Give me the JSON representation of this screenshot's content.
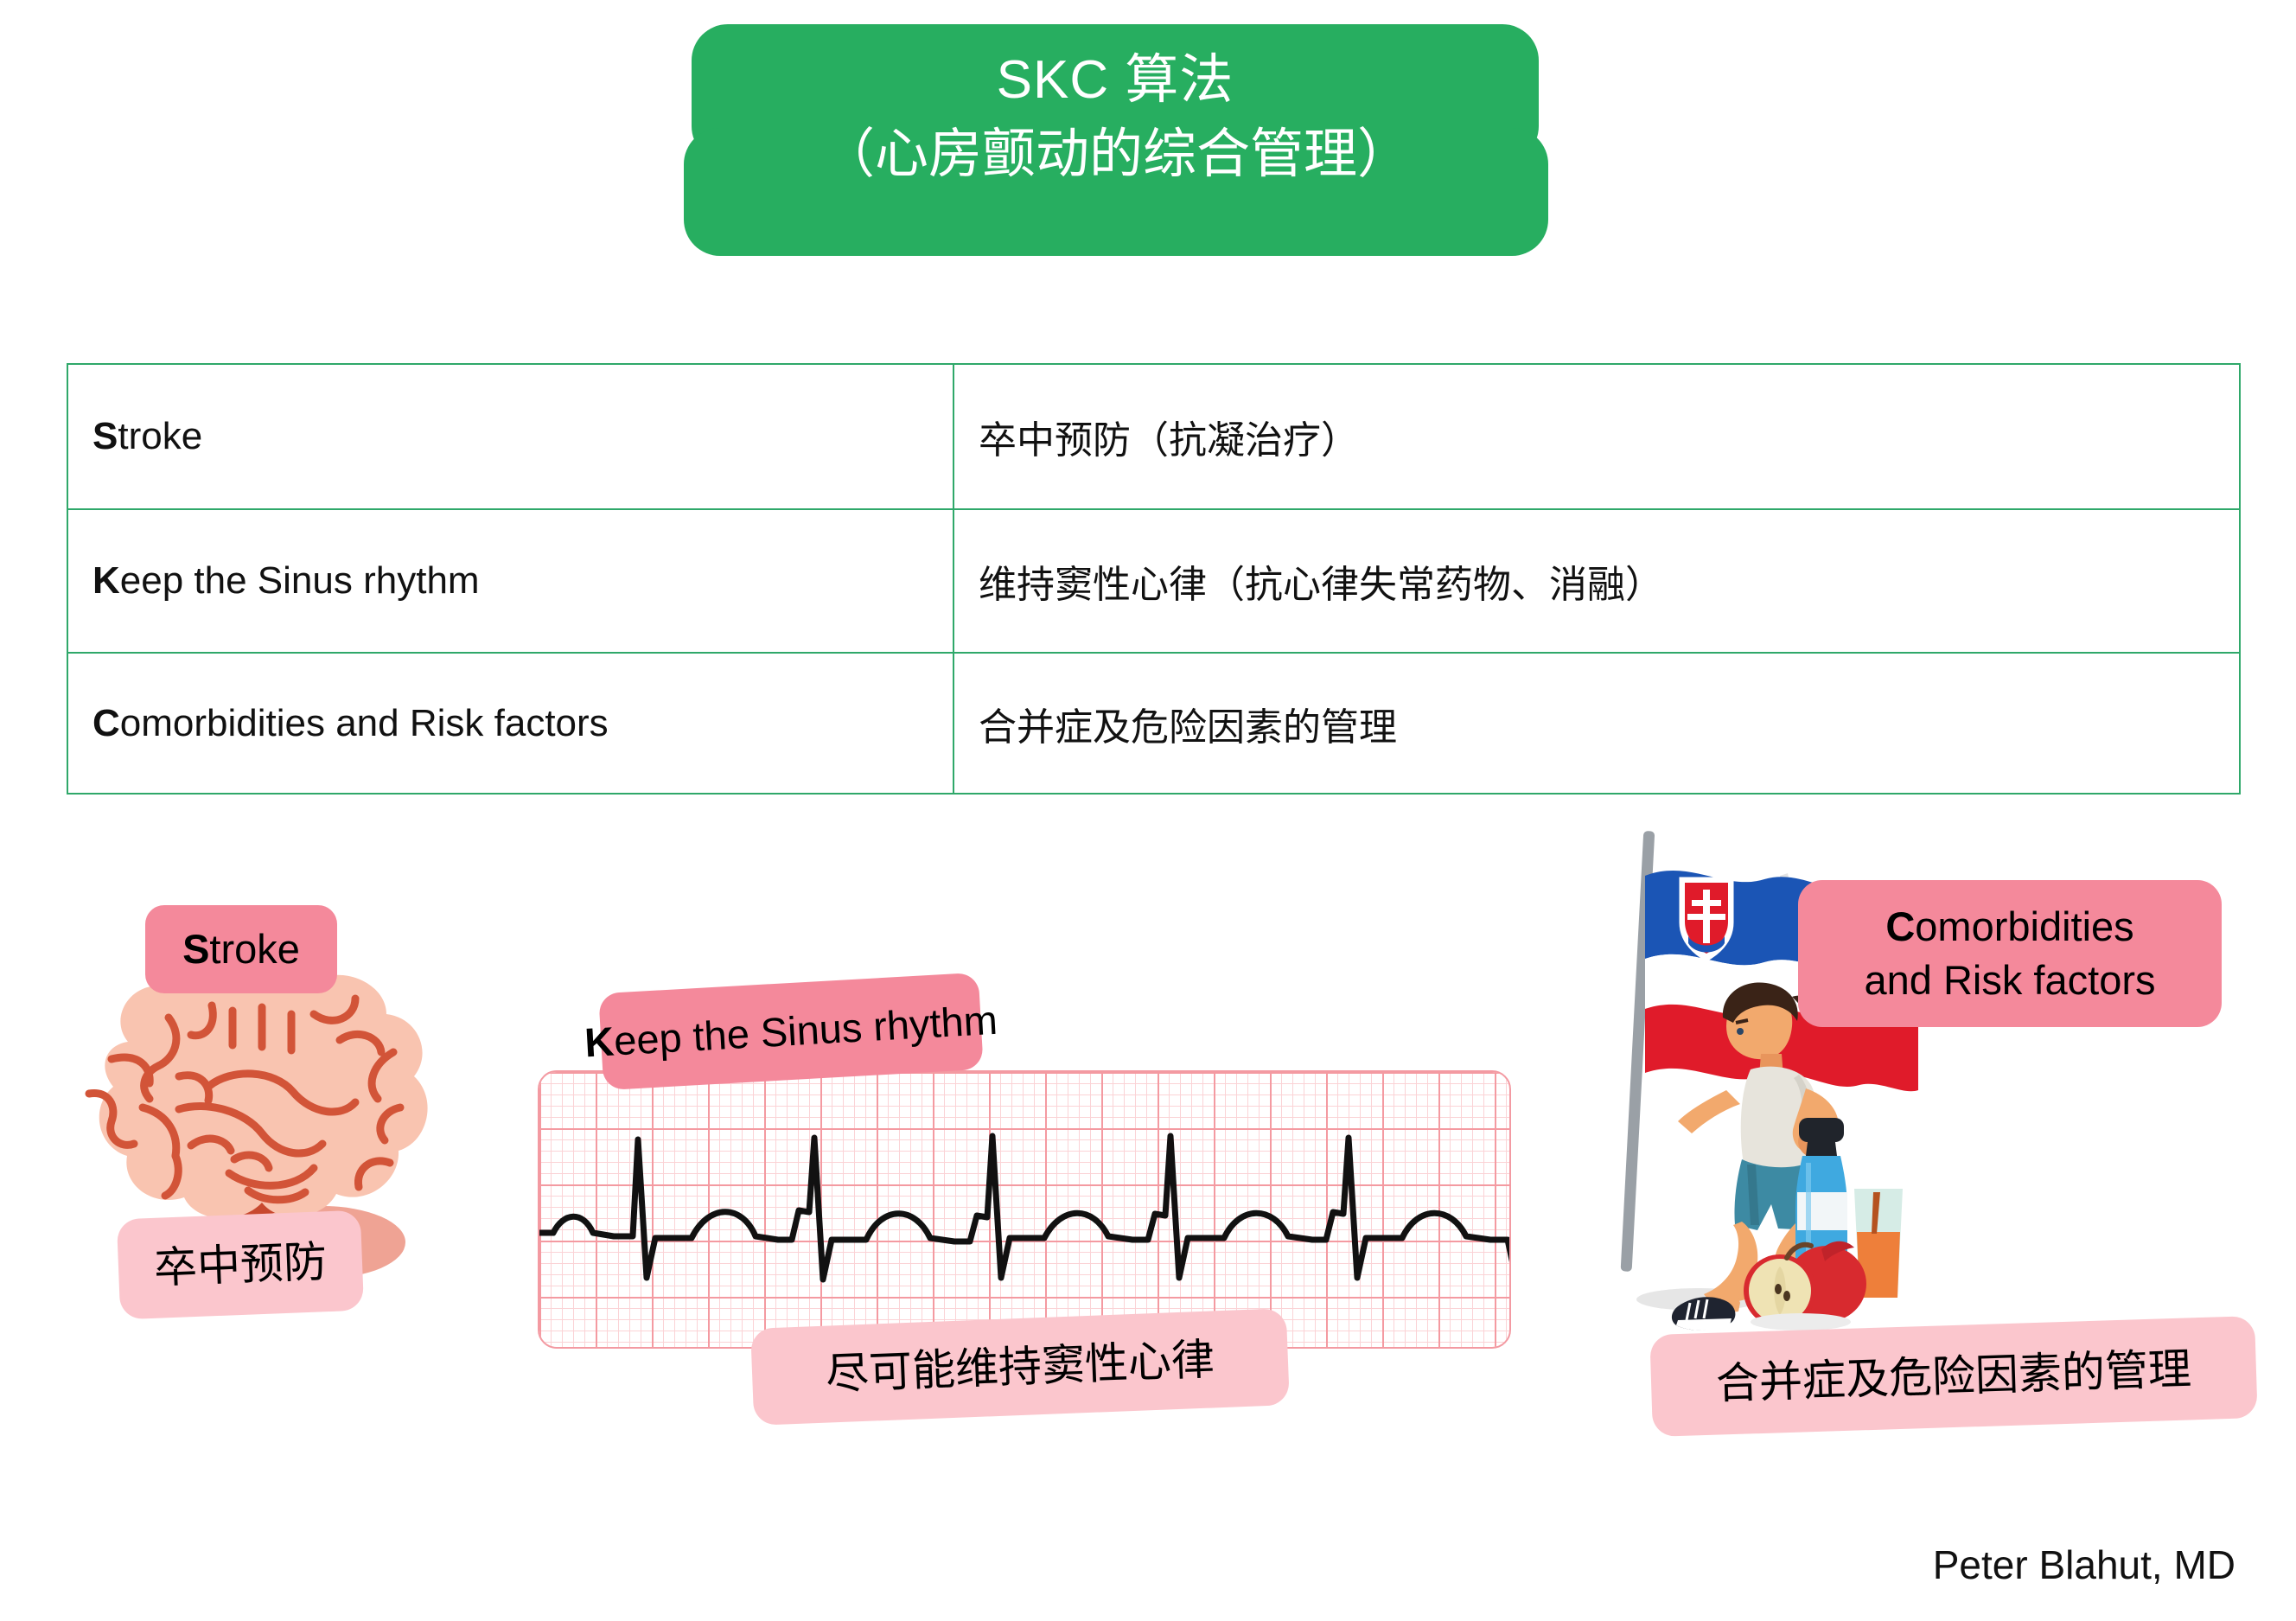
{
  "title": {
    "line1": "SKC 算法",
    "line2": "（心房颤动的综合管理）",
    "banner_color": "#27ae60"
  },
  "table": {
    "border_color": "#2fa86a",
    "rows": [
      {
        "initial": "S",
        "term_rest": "troke",
        "meaning": "卒中预防（抗凝治疗）"
      },
      {
        "initial": "K",
        "term_rest": "eep the Sinus rhythm",
        "meaning": "维持窦性心律（抗心律失常药物、消融）"
      },
      {
        "initial": "C",
        "term_rest": "omorbidities and Risk factors",
        "meaning": "合并症及危险因素的管理"
      }
    ]
  },
  "panels": {
    "stroke": {
      "badge_initial": "S",
      "badge_rest": "troke",
      "caption": "卒中预防",
      "badge_color": "#f4899b",
      "caption_color": "#fbc6cd",
      "brain_fill": "#f9c4b0",
      "brain_line": "#d25438",
      "brain_stem": "#c8492f",
      "brain_cerebellum": "#efa394"
    },
    "sinus": {
      "badge_initial": "K",
      "badge_rest": "eep the Sinus rhythm",
      "caption": "尽可能维持窦性心律",
      "badge_color": "#f4899b",
      "caption_color": "#fbc6cd",
      "grid_fine_color": "#fbd3d6",
      "grid_major_color": "#f49aa1",
      "trace_color": "#111111"
    },
    "comorbidities": {
      "badge_initial": "C",
      "badge_line1_rest": "omorbidities",
      "badge_line2": "and Risk factors",
      "caption": "合并症及危险因素的管理",
      "badge_color": "#f4899b",
      "caption_color": "#fbc6cd",
      "flag_blue": "#1b55b5",
      "flag_red": "#e01b2a",
      "flag_white": "#ffffff",
      "pole_color": "#9aa0a6",
      "skin": "#f2a96d",
      "hair": "#3a2317",
      "shirt": "#e7e4dc",
      "shorts": "#3d8aa3",
      "shoe": "#1f2430",
      "bottle_blue": "#3fa9e0",
      "juice": "#ee7f3a",
      "apple_red": "#d82a2f",
      "apple_flesh": "#efe3b4"
    }
  },
  "signature": "Peter Blahut, MD"
}
